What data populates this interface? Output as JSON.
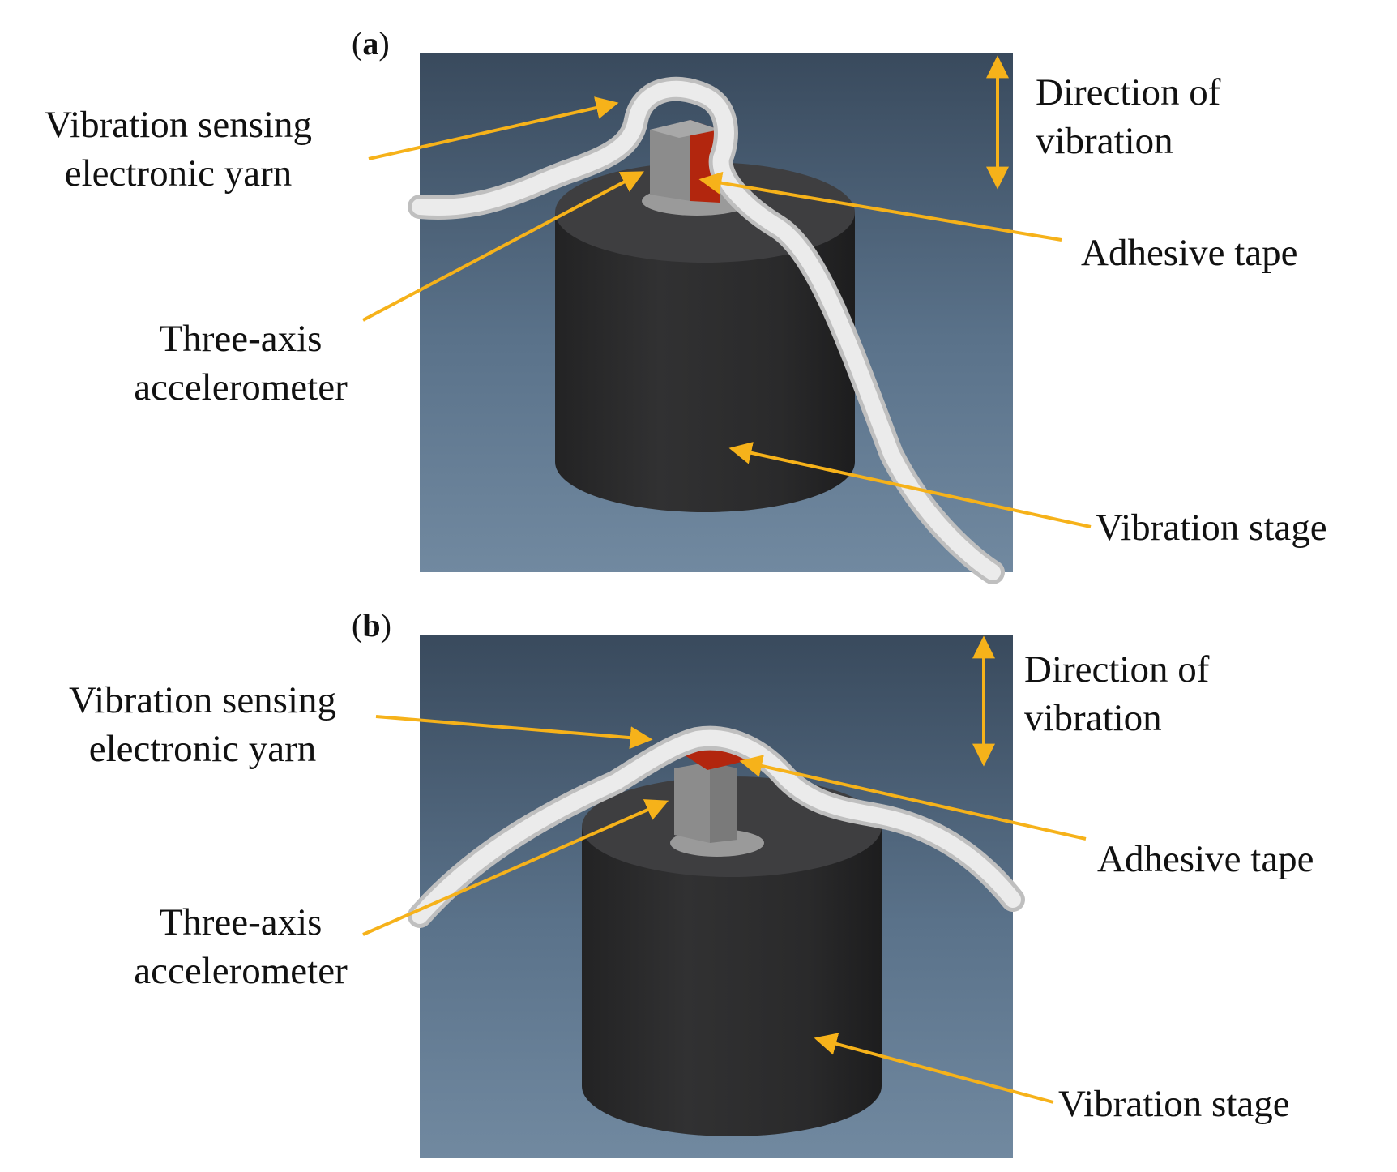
{
  "colors": {
    "arrow": "#f6b21a",
    "background_top": "#3a4b5e",
    "background_bottom": "#6f879e",
    "stage": "#2b2b2c",
    "yarn": "#e6e6e6",
    "tape": "#b2260e",
    "accelerometer": "#8d8d8d"
  },
  "panels": [
    {
      "letter": "a",
      "labels": {
        "yarn": [
          "Vibration sensing",
          "electronic yarn"
        ],
        "accelerometer": [
          "Three-axis",
          "accelerometer"
        ],
        "direction": [
          "Direction of",
          "vibration"
        ],
        "tape": "Adhesive tape",
        "stage": "Vibration stage"
      }
    },
    {
      "letter": "b",
      "labels": {
        "yarn": [
          "Vibration sensing",
          "electronic yarn"
        ],
        "accelerometer": [
          "Three-axis",
          "accelerometer"
        ],
        "direction": [
          "Direction of",
          "vibration"
        ],
        "tape": "Adhesive tape",
        "stage": "Vibration stage"
      }
    }
  ]
}
